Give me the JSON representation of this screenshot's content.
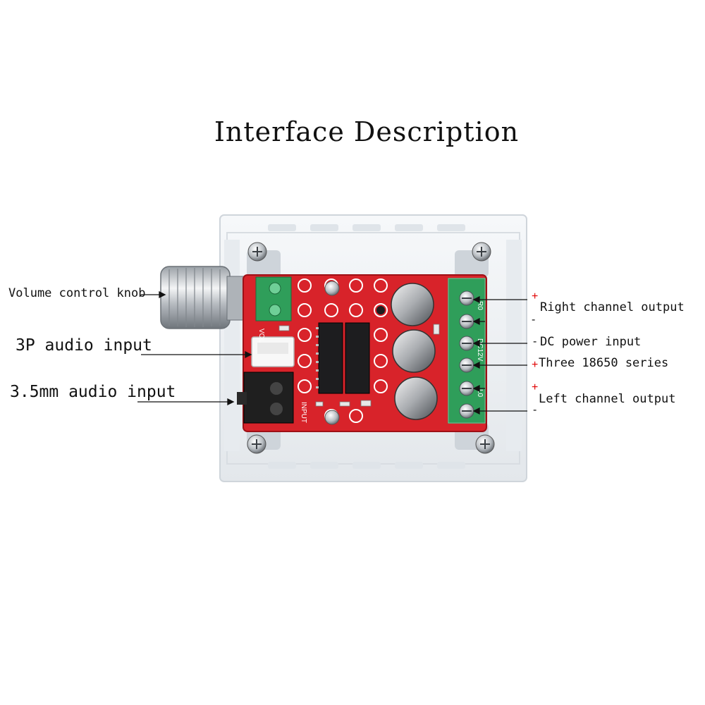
{
  "title": "Interface Description",
  "labels": {
    "volume_knob": "Volume control knob",
    "audio_3p": "3P audio input",
    "audio_35mm": "3.5mm audio input",
    "right_channel": "Right channel output",
    "dc_power": "DC power input",
    "three_18650": "Three 18650 series",
    "left_channel": "Left channel output"
  },
  "signs": {
    "plus": "+",
    "minus": "-"
  },
  "board_text": {
    "vol": "VOL",
    "input": "INPUT",
    "r_out": "R0",
    "dc": "DC12V",
    "l_out": "L0"
  },
  "colors": {
    "pcb": "#d8232a",
    "terminal": "#2f9e5a",
    "case": "#eef1f4",
    "plus_sign": "#e00000"
  }
}
